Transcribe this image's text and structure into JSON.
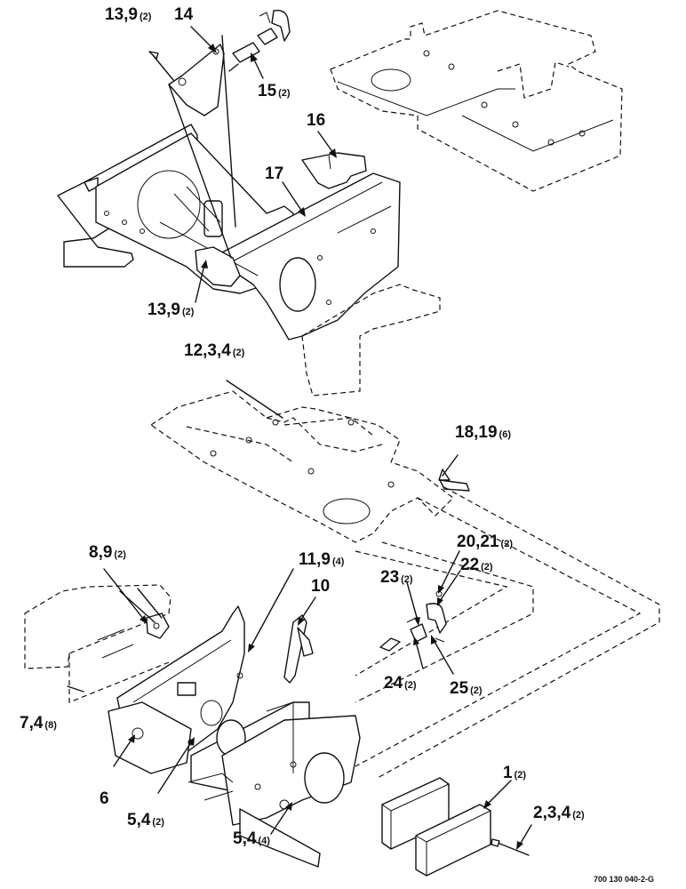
{
  "callouts": [
    {
      "id": "c13a",
      "text": "13,9",
      "qty": "(2)"
    },
    {
      "id": "c14",
      "text": "14",
      "qty": ""
    },
    {
      "id": "c15",
      "text": "15",
      "qty": "(2)"
    },
    {
      "id": "c16",
      "text": "16",
      "qty": ""
    },
    {
      "id": "c17",
      "text": "17",
      "qty": ""
    },
    {
      "id": "c13b",
      "text": "13,9",
      "qty": "(2)"
    },
    {
      "id": "c12",
      "text": "12,3,4",
      "qty": "(2)"
    },
    {
      "id": "c18",
      "text": "18,19",
      "qty": "(6)"
    },
    {
      "id": "c20",
      "text": "20,21",
      "qty": "(2)"
    },
    {
      "id": "c8",
      "text": "8,9",
      "qty": "(2)"
    },
    {
      "id": "c11",
      "text": "11,9",
      "qty": "(4)"
    },
    {
      "id": "c10",
      "text": "10",
      "qty": ""
    },
    {
      "id": "c23",
      "text": "23",
      "qty": "(2)"
    },
    {
      "id": "c22",
      "text": "22",
      "qty": "(2)"
    },
    {
      "id": "c7",
      "text": "7,4",
      "qty": "(8)"
    },
    {
      "id": "c24",
      "text": "24",
      "qty": "(2)"
    },
    {
      "id": "c25",
      "text": "25",
      "qty": "(2)"
    },
    {
      "id": "c1",
      "text": "1",
      "qty": "(2)"
    },
    {
      "id": "c6",
      "text": "6",
      "qty": ""
    },
    {
      "id": "c5a",
      "text": "5,4",
      "qty": "(2)"
    },
    {
      "id": "c2",
      "text": "2,3,4",
      "qty": "(2)"
    },
    {
      "id": "c5b",
      "text": "5,4",
      "qty": "(4)"
    }
  ],
  "drawing_code": "700 130 040-2-G"
}
